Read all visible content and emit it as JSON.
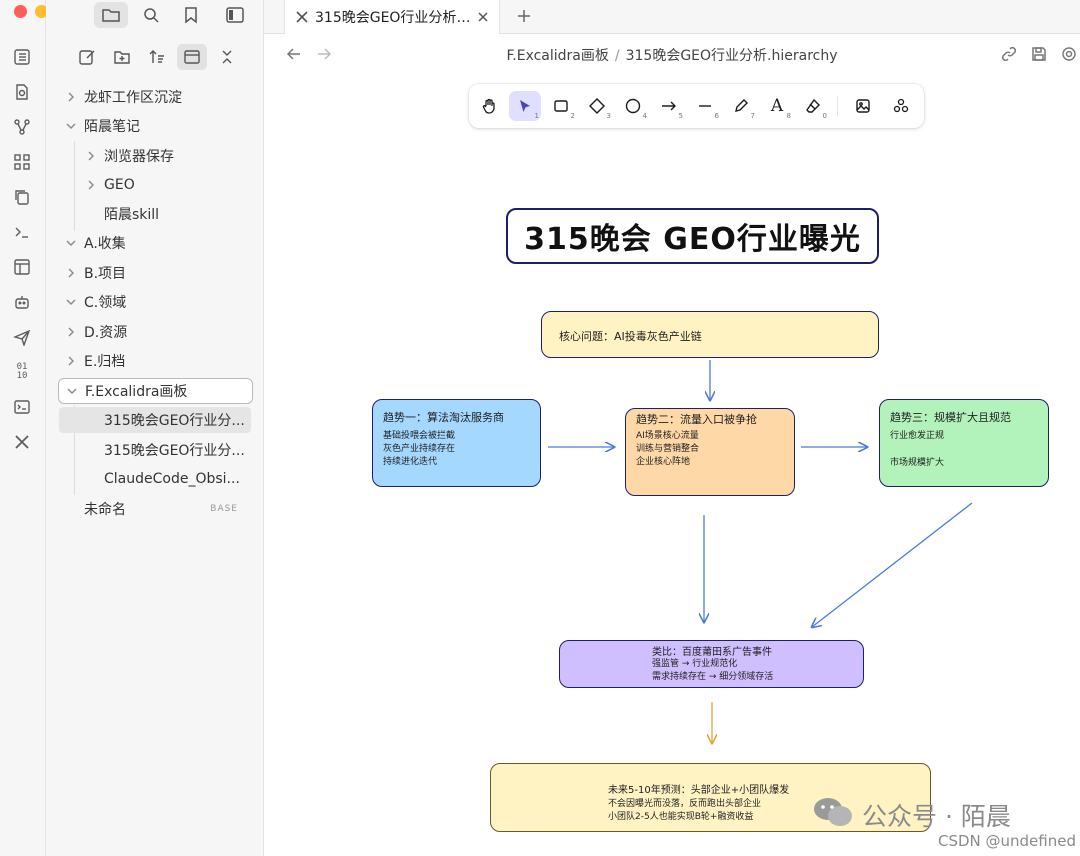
{
  "window": {
    "traffic_colors": [
      "#ff5f57",
      "#febc2e",
      "#28c840"
    ]
  },
  "ribbon_icons": [
    "files-icon",
    "search-doc-icon",
    "graph-icon",
    "blocks-icon",
    "copy-icon",
    "terminal-icon",
    "layout-icon",
    "bot-icon",
    "send-icon",
    "binary-icon",
    "console-icon",
    "excalidraw-icon"
  ],
  "sidebar": {
    "items": [
      {
        "label": "龙虾工作区沉淀",
        "chev": "right"
      },
      {
        "label": "陌晨笔记",
        "chev": "down"
      },
      {
        "label": "浏览器保存",
        "chev": "right"
      },
      {
        "label": "GEO",
        "chev": "right"
      },
      {
        "label": "陌晨skill",
        "chev": ""
      },
      {
        "label": "A.收集",
        "chev": "down"
      },
      {
        "label": "B.项目",
        "chev": "right"
      },
      {
        "label": "C.领域",
        "chev": "down"
      },
      {
        "label": "D.资源",
        "chev": "right"
      },
      {
        "label": "E.归档",
        "chev": "right"
      },
      {
        "label": "F.Excalidra画板",
        "chev": "down"
      },
      {
        "label": "315晚会GEO行业分...",
        "chev": ""
      },
      {
        "label": "315晚会GEO行业分...",
        "chev": ""
      },
      {
        "label": "ClaudeCode_Obsi...",
        "chev": ""
      },
      {
        "label": "未命名",
        "chev": "",
        "tag": "BASE"
      }
    ]
  },
  "tab": {
    "title": "315晚会GEO行业分析...."
  },
  "breadcrumb": {
    "folder": "F.Excalidra画板",
    "separator": "/",
    "file": "315晚会GEO行业分析.hierarchy"
  },
  "toolbar": {
    "tools": [
      {
        "name": "hand-tool",
        "key": ""
      },
      {
        "name": "selection-tool",
        "key": "1"
      },
      {
        "name": "rectangle-tool",
        "key": "2"
      },
      {
        "name": "diamond-tool",
        "key": "3"
      },
      {
        "name": "ellipse-tool",
        "key": "4"
      },
      {
        "name": "arrow-tool",
        "key": "5"
      },
      {
        "name": "line-tool",
        "key": "6"
      },
      {
        "name": "draw-tool",
        "key": "7"
      },
      {
        "name": "text-tool",
        "key": "8"
      },
      {
        "name": "eraser-tool",
        "key": "0"
      },
      {
        "name": "image-tool",
        "key": ""
      },
      {
        "name": "library-tool",
        "key": ""
      }
    ],
    "active": "selection-tool"
  },
  "diagram": {
    "title": "315晚会 GEO行业曝光",
    "core": {
      "heading": "核心问题：AI投毒灰色产业链",
      "color": "#fff3c4"
    },
    "trend1": {
      "heading": "趋势一：算法淘汰服务商",
      "lines": [
        "基础投喂会被拦截",
        "灰色产业持续存在",
        "持续进化迭代"
      ],
      "color": "#a5d8ff"
    },
    "trend2": {
      "heading": "趋势二：流量入口被争抢",
      "lines": [
        "AI场景核心流量",
        "训练与营销整合",
        "企业核心阵地"
      ],
      "color": "#ffd8a8"
    },
    "trend3": {
      "heading": "趋势三：规模扩大且规范",
      "lines": [
        "行业愈发正规",
        "",
        "市场规模扩大"
      ],
      "color": "#b2f2bb"
    },
    "analogy": {
      "heading": "类比：百度莆田系广告事件",
      "lines": [
        "强监管 → 行业规范化",
        "需求持续存在 → 细分领域存活"
      ],
      "color": "#d0bfff"
    },
    "forecast": {
      "heading": "未来5-10年预测：头部企业+小团队爆发",
      "lines": [
        "不会因曝光而没落，反而跑出头部企业",
        "小团队2-5人也能实现B轮+融资收益"
      ],
      "color": "#fff3c4"
    },
    "arrow_color_blue": "#4a7bd8",
    "arrow_color_orange": "#e8a33a"
  },
  "watermark": {
    "text": "公众号 · 陌晨",
    "csdn": "CSDN @undefined"
  }
}
